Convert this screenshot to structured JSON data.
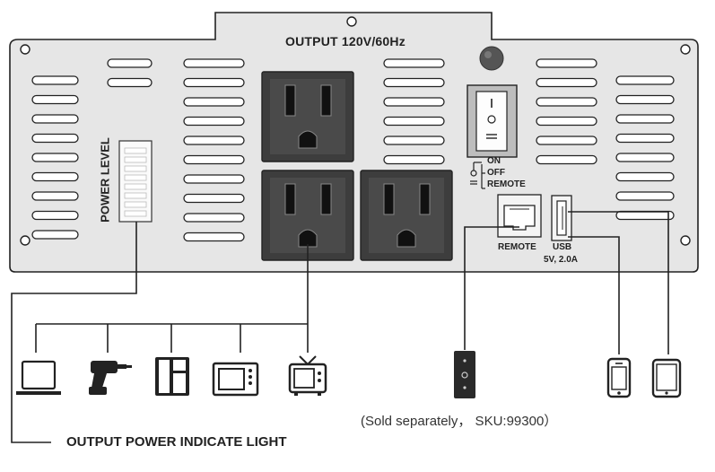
{
  "panel": {
    "output_label": "OUTPUT 120V/60Hz",
    "power_level_label": "POWER LEVEL",
    "switch_positions": [
      "ON",
      "OFF",
      "REMOTE"
    ],
    "remote_port_label": "REMOTE",
    "usb_label": "USB",
    "usb_rating": "5V, 2.0A"
  },
  "devices": {
    "ac_loads": [
      "laptop-icon",
      "drill-icon",
      "refrigerator-icon",
      "microwave-icon",
      "tv-icon"
    ],
    "remote_switch": "wall-switch-icon",
    "usb_loads": [
      "phone-icon",
      "tablet-icon"
    ]
  },
  "notes": {
    "sold_separately": "(Sold separately， SKU:99300）",
    "output_power_indicator": "OUTPUT POWER INDICATE LIGHT"
  },
  "colors": {
    "panel_fill": "#e6e6e6",
    "outlet_fill": "#3d3d3d",
    "line": "#222222"
  }
}
